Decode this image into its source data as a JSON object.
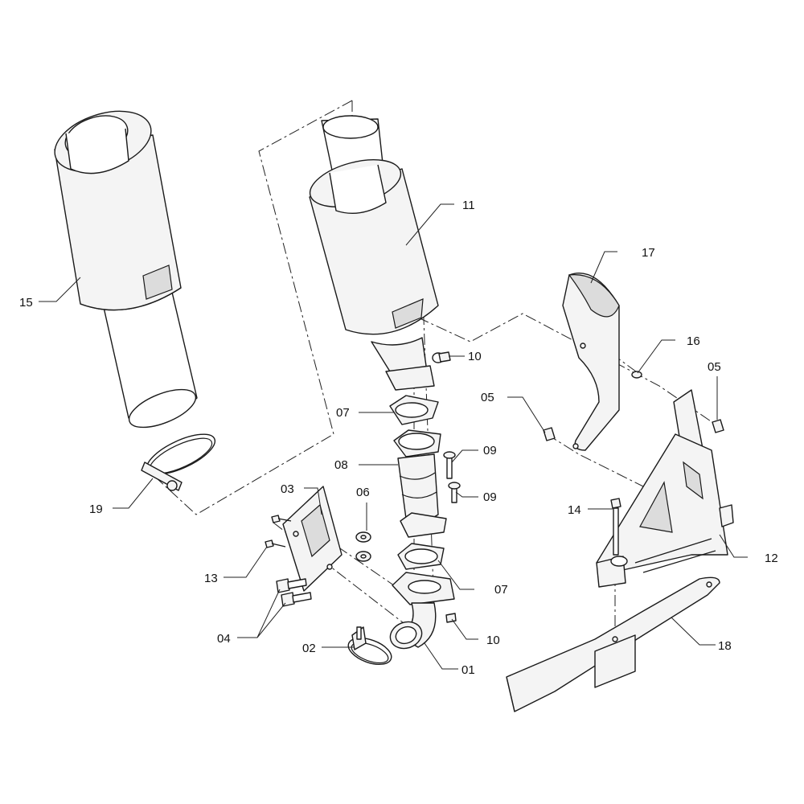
{
  "callouts": {
    "c01": "01",
    "c02": "02",
    "c03": "03",
    "c04": "04",
    "c05a": "05",
    "c05b": "05",
    "c06": "06",
    "c07a": "07",
    "c07b": "07",
    "c08": "08",
    "c09a": "09",
    "c09b": "09",
    "c10a": "10",
    "c10b": "10",
    "c11": "11",
    "c12": "12",
    "c13": "13",
    "c14": "14",
    "c15": "15",
    "c16": "16",
    "c17": "17",
    "c18": "18",
    "c19": "19"
  }
}
